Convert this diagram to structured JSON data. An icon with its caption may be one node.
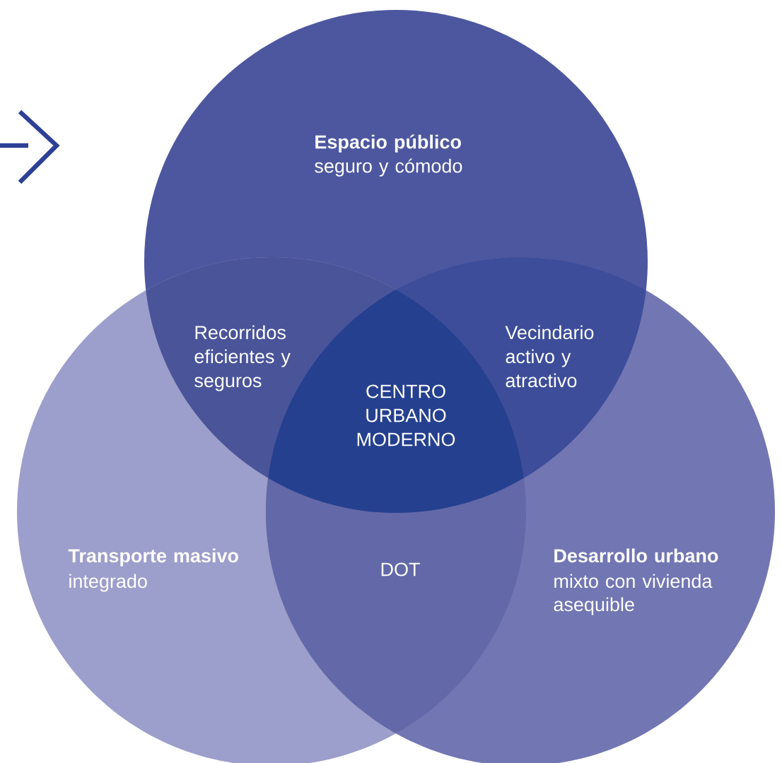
{
  "diagram": {
    "nodes": [
      {
        "text": [
          "Espacio público",
          "seguro y cómodo"
        ]
      },
      {
        "text": [
          "Transporte masivo",
          "integrado"
        ]
      },
      {
        "text": [
          "Desarrollo urbano",
          "mixto con vivienda asequible"
        ]
      }
    ],
    "labels": [
      "Recorridos eficientes y seguros",
      "Vecindario activo y atractivo",
      "CENTRO URBANO MODERNO",
      "DOT"
    ]
  }
}
